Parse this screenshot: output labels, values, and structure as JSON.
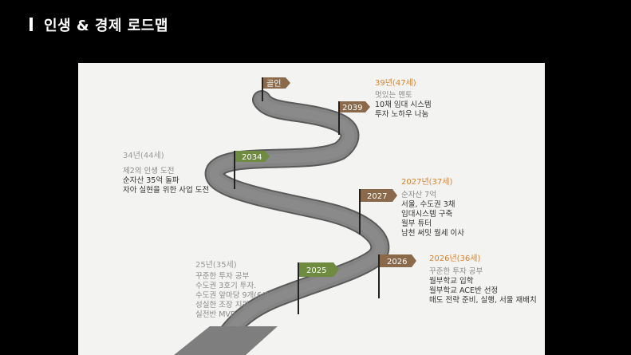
{
  "header": {
    "title": "인생 & 경제 로드맵"
  },
  "colors": {
    "road": "#808080",
    "road_edge": "#5a5a5a",
    "flag_brown": "#8a6a4a",
    "flag_green": "#6f8b3f",
    "accent_orange": "#d9822b",
    "background": "#f3f3f1"
  },
  "flags": {
    "goal": "골인",
    "y2039": "2039",
    "y2034": "2034",
    "y2027": "2027",
    "y2026": "2026",
    "y2025": "2025"
  },
  "milestones": {
    "m2039": {
      "heading": "39년(47세)",
      "lines": [
        "멋있는 멘토",
        "10채 임대 시스템",
        "투자 노하우 나눔"
      ]
    },
    "m2034": {
      "heading": "34년(44세)",
      "lines": [
        "제2의 인생 도전",
        "순자산 35억 돌파",
        "자아 실현을 위한 사업 도전"
      ]
    },
    "m2027": {
      "heading": "2027년(37세)",
      "lines": [
        "순자산 7억",
        "서울, 수도권 3채",
        "임대시스템 구축",
        "월부 튜터",
        "남천 써밋 월세 이사"
      ]
    },
    "m2026": {
      "heading": "2026년(36세)",
      "lines": [
        "꾸준한 투자 공부",
        "월부학교 입학",
        "월부학교 ACE반 선정",
        "매도 전략 준비, 실행,  서울 재배치"
      ]
    },
    "m2025": {
      "heading": "25년(35세)",
      "lines": [
        "꾸준한 투자 공부",
        "수도권 3호기 투자.",
        "수도권 앞마당 9개(6/9)",
        "성실한 조장 지원",
        "실전반 MVP"
      ]
    }
  }
}
